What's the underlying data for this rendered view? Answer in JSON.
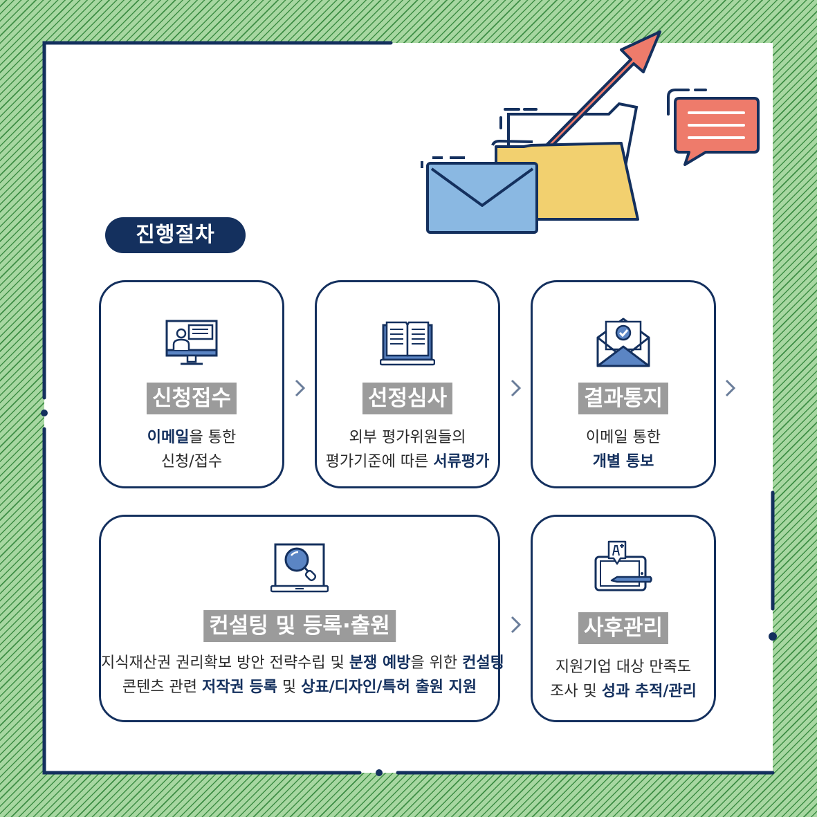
{
  "badge": "진행절차",
  "steps": [
    {
      "title": "신청접수",
      "desc1_hl": "이메일",
      "desc1_rest": "을 통한",
      "desc2": "신청/접수",
      "icon": "presentation-monitor-icon"
    },
    {
      "title": "선정심사",
      "desc1": "외부 평가위원들의",
      "desc2_pre": "평가기준에 따른 ",
      "desc2_hl": "서류평가",
      "icon": "open-book-laptop-icon"
    },
    {
      "title": "결과통지",
      "desc1": "이메일 통한",
      "desc2_hl": "개별 통보",
      "icon": "envelope-check-icon"
    },
    {
      "title": "컨설팅 및 등록·출원",
      "icon": "magnifier-laptop-icon",
      "line1_a": "지식재산권 권리확보 방안 전략수립 및 ",
      "line1_hl1": "분쟁 예방",
      "line1_b": "을 위한 ",
      "line1_hl2": "컨설팅",
      "line2_a": "콘텐츠 관련 ",
      "line2_hl1": "저작권 등록",
      "line2_b": " 및 ",
      "line2_hl2": "상표/디자인/특허 출원 지원"
    },
    {
      "title": "사후관리",
      "desc1": "지원기업 대상 만족도",
      "desc2_pre": "조사 및 ",
      "desc2_hl": "성과 추적/관리",
      "icon": "tablet-grade-pen-icon"
    }
  ],
  "colors": {
    "navy": "#14305e",
    "gray_title": "#9b9b9b",
    "green_bg": "#a7d7a1",
    "envelope_blue": "#8ab8e2",
    "folder_yellow": "#f2d06f",
    "arrow_red": "#ee7b6b"
  }
}
